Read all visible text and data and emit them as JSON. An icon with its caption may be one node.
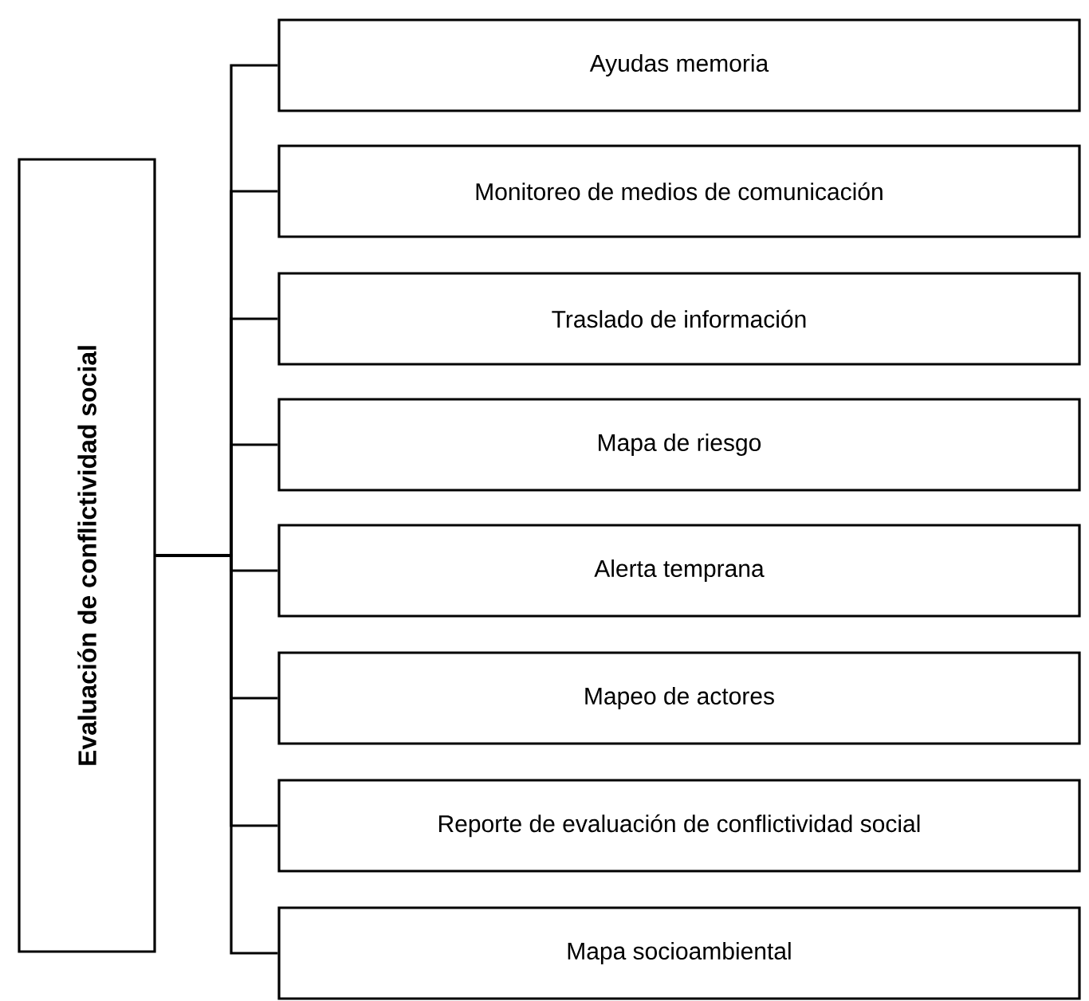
{
  "diagram": {
    "nodes": [
      {
        "text": [
          "Evaluación de conflictividad social"
        ]
      },
      {
        "text": [
          "Ayudas memoria"
        ]
      },
      {
        "text": [
          "Monitoreo de medios de comunicación"
        ]
      },
      {
        "text": [
          "Traslado de información"
        ]
      },
      {
        "text": [
          "Mapa de riesgo"
        ]
      },
      {
        "text": [
          "Alerta temprana"
        ]
      },
      {
        "text": [
          "Mapeo de actores"
        ]
      },
      {
        "text": [
          "Reporte de evaluación de conflictividad social"
        ]
      },
      {
        "text": [
          "Mapa socioambiental"
        ]
      }
    ],
    "edges": [
      {
        "from": 0,
        "to": 1,
        "arrow": "none"
      },
      {
        "from": 0,
        "to": 2,
        "arrow": "none"
      },
      {
        "from": 0,
        "to": 3,
        "arrow": "none"
      },
      {
        "from": 0,
        "to": 4,
        "arrow": "none"
      },
      {
        "from": 0,
        "to": 5,
        "arrow": "none"
      },
      {
        "from": 0,
        "to": 6,
        "arrow": "none"
      },
      {
        "from": 0,
        "to": 7,
        "arrow": "none"
      },
      {
        "from": 0,
        "to": 8,
        "arrow": "none"
      }
    ]
  }
}
